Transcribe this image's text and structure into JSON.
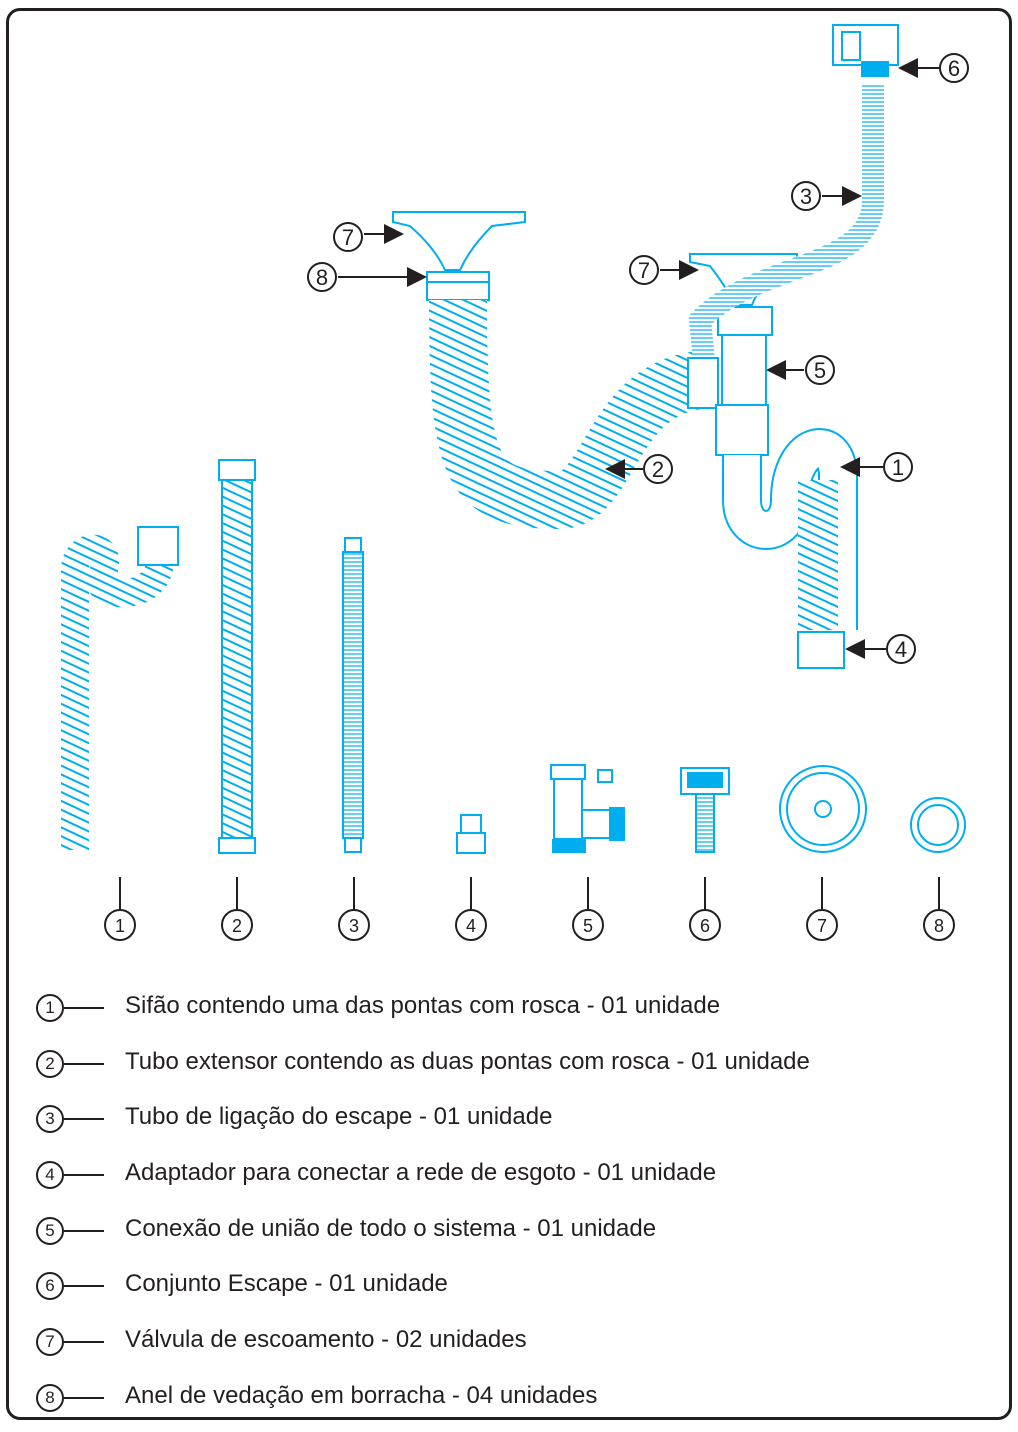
{
  "colors": {
    "line": "#00aeef",
    "fill": "#00aeef",
    "ink": "#231f20"
  },
  "callouts": [
    "1",
    "2",
    "3",
    "4",
    "5",
    "6",
    "7",
    "8"
  ],
  "legend": [
    {
      "num": "1",
      "text": "Sifão contendo uma das pontas com rosca - 01 unidade"
    },
    {
      "num": "2",
      "text": "Tubo extensor contendo as duas pontas com rosca - 01 unidade"
    },
    {
      "num": "3",
      "text": "Tubo de ligação do escape - 01 unidade"
    },
    {
      "num": "4",
      "text": "Adaptador para conectar a rede de esgoto - 01 unidade"
    },
    {
      "num": "5",
      "text": "Conexão de união de todo o sistema - 01 unidade"
    },
    {
      "num": "6",
      "text": "Conjunto Escape - 01 unidade"
    },
    {
      "num": "7",
      "text": "Válvula de escoamento - 02 unidades"
    },
    {
      "num": "8",
      "text": "Anel de vedação em borracha - 04 unidades"
    }
  ]
}
